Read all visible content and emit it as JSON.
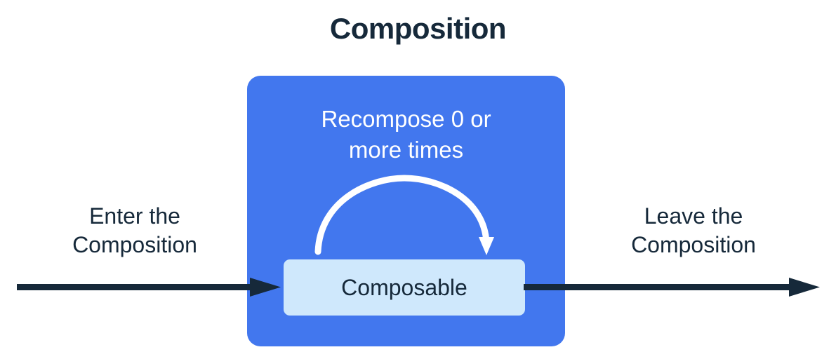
{
  "title": "Composition",
  "colors": {
    "ink": "#16293a",
    "composition_blue": "#4277ee",
    "composable_light_blue": "#cfe8fc",
    "arrow_white": "#ffffff",
    "background": "#ffffff"
  },
  "composition": {
    "recompose_caption": {
      "line1": "Recompose 0 or",
      "line2": "more times"
    },
    "composable_label": "Composable",
    "loop_arrow_name": "recompose-loop-arrow"
  },
  "flow": {
    "enter": {
      "line1": "Enter the",
      "line2": "Composition"
    },
    "leave": {
      "line1": "Leave the",
      "line2": "Composition"
    }
  }
}
